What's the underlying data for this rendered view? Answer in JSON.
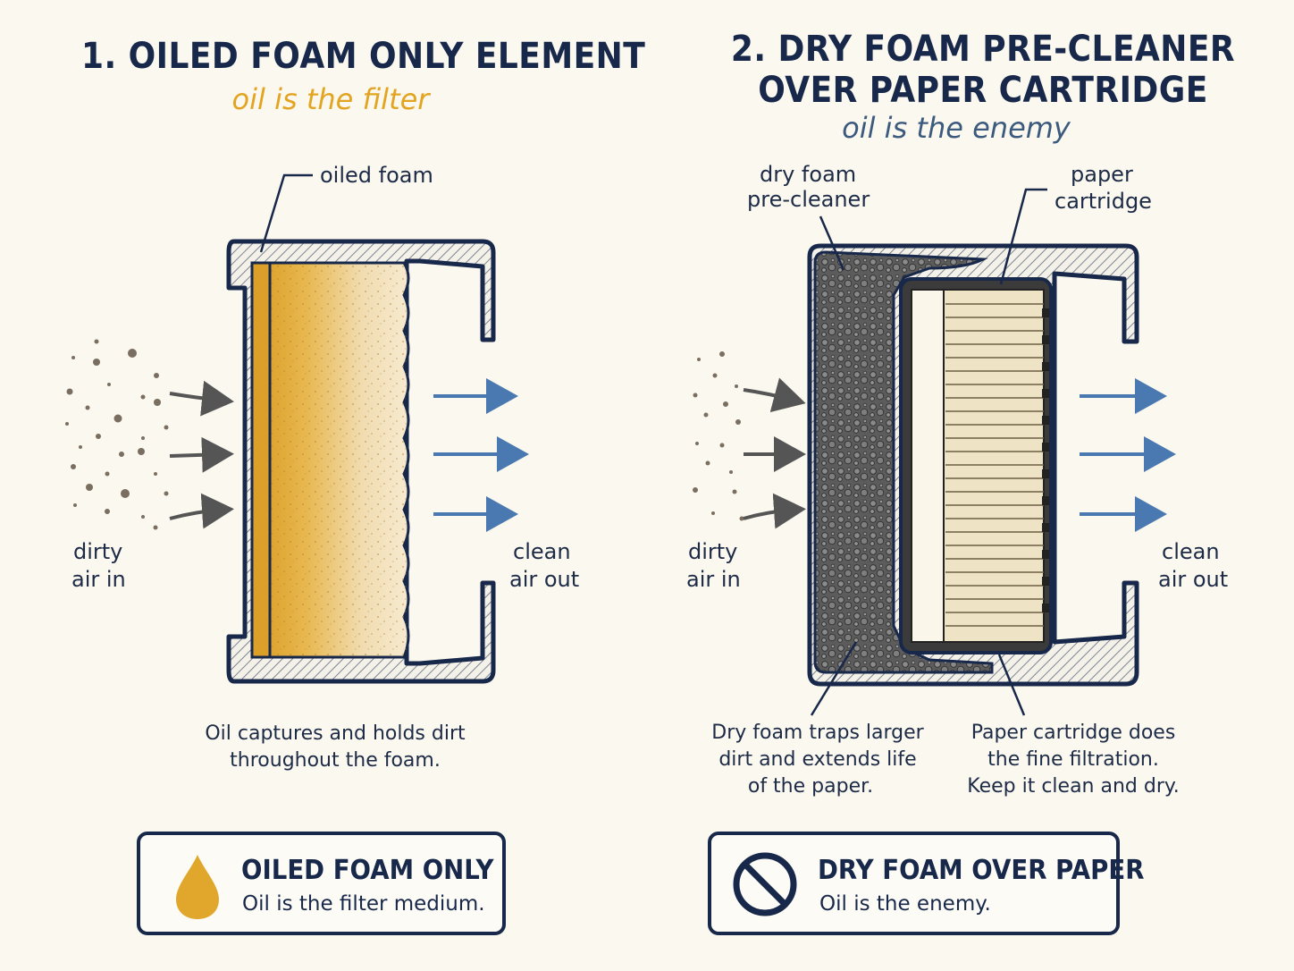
{
  "left": {
    "title": "1. OILED FOAM ONLY ELEMENT",
    "subtitle": "oil is the filter",
    "callout_foam": "oiled foam",
    "input_label_1": "dirty",
    "input_label_2": "air in",
    "output_label_1": "clean",
    "output_label_2": "air out",
    "caption_1": "Oil captures and holds dirt",
    "caption_2": "throughout the foam.",
    "badge_icon": "oil-drop-icon",
    "badge_title": "OILED FOAM ONLY",
    "badge_sub": "Oil is the filter medium."
  },
  "right": {
    "title_line_1": "2. DRY FOAM PRE-CLEANER",
    "title_line_2": "OVER PAPER CARTRIDGE",
    "subtitle": "oil is the enemy",
    "callout_foam_1": "dry foam",
    "callout_foam_2": "pre-cleaner",
    "callout_paper_1": "paper",
    "callout_paper_2": "cartridge",
    "input_label_1": "dirty",
    "input_label_2": "air in",
    "output_label_1": "clean",
    "output_label_2": "air out",
    "caption_foam_1": "Dry foam traps larger",
    "caption_foam_2": "dirt and extends life",
    "caption_foam_3": "of the paper.",
    "caption_paper_1": "Paper cartridge does",
    "caption_paper_2": "the fine filtration.",
    "caption_paper_3": "Keep it clean and dry.",
    "badge_icon": "prohibited-icon",
    "badge_title": "DRY FOAM OVER PAPER",
    "badge_sub": "Oil is the enemy."
  },
  "colors": {
    "navy": "#17284a",
    "oil_gold": "#e0a72c",
    "subtitle_gold": "#e3a521",
    "subtitle_blue": "#3b5a7e",
    "clean_arrow_blue": "#4a78b0",
    "dirty_arrow_gray": "#5a5a5a",
    "foam_dark": "#4a4a4a",
    "paper_pleat": "#efe3c6",
    "background": "#fbf8ef"
  }
}
